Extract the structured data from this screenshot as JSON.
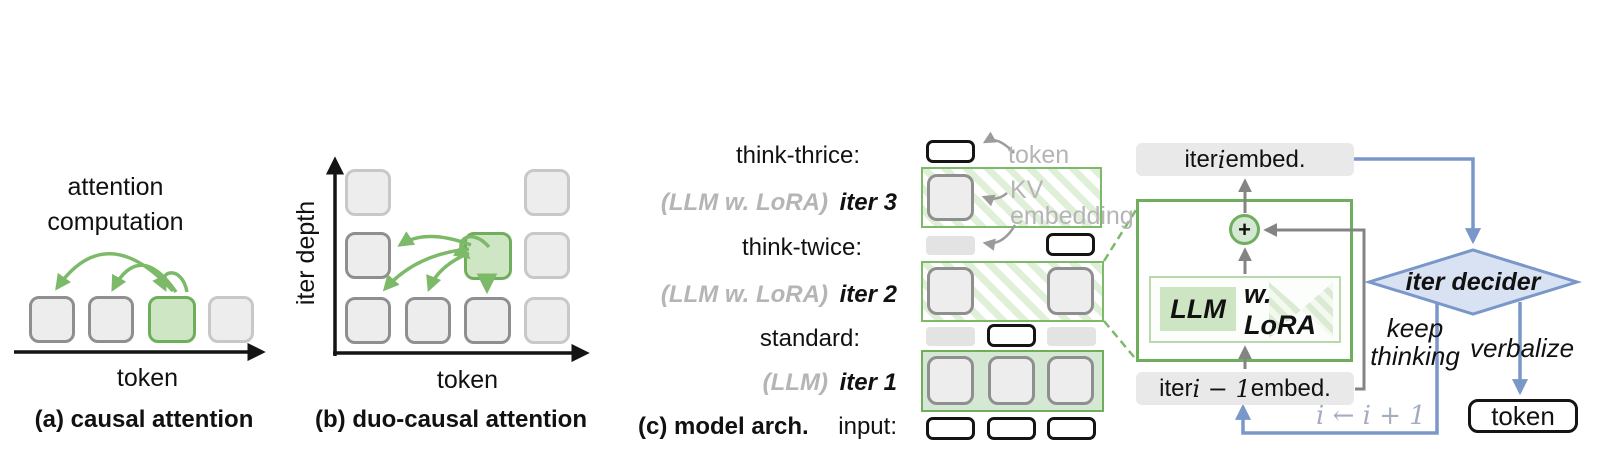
{
  "figure": {
    "panel_a": {
      "annotation_line1": "attention",
      "annotation_line2": "computation",
      "x_axis_label": "token",
      "caption": "(a) causal attention"
    },
    "panel_b": {
      "y_axis_label": "iter depth",
      "x_axis_label": "token",
      "caption": "(b) duo-causal attention"
    },
    "panel_c": {
      "caption": "(c) model arch.",
      "row_labels": {
        "think_thrice": "think-thrice:",
        "think_twice": "think-twice:",
        "standard": "standard:",
        "input": "input:"
      },
      "iter_labels": {
        "iter3_paren": "(LLM w. LoRA)",
        "iter3": "iter 3",
        "iter2_paren": "(LLM w. LoRA)",
        "iter2": "iter 2",
        "iter1_paren": "(LLM)",
        "iter1": "iter 1"
      },
      "legend": {
        "token": "token",
        "kv": "KV",
        "embedding": "embedding"
      },
      "module": {
        "iter_embed_pre": "iter ",
        "iter_embed_var": "i",
        "iter_embed_post": " embed.",
        "plus": "+",
        "llm": "LLM",
        "w_lora": "w. LoRA",
        "iter_prev_pre": "iter ",
        "iter_prev_var": "i − 1",
        "iter_prev_post": " embed.",
        "update_rule": "i ← i + 1",
        "decider": "iter decider",
        "keep_line1": "keep",
        "keep_line2": "thinking",
        "verbalize": "verbalize",
        "token_out": "token"
      },
      "colors": {
        "green": "#7cb968",
        "dark_green": "#6fae5c",
        "light_green": "#d5e8d4",
        "blue": "#7a97c9",
        "light_blue": "#d9e2f3",
        "gray_arrow": "#848484",
        "gray_text": "#b5b5b5"
      }
    }
  }
}
